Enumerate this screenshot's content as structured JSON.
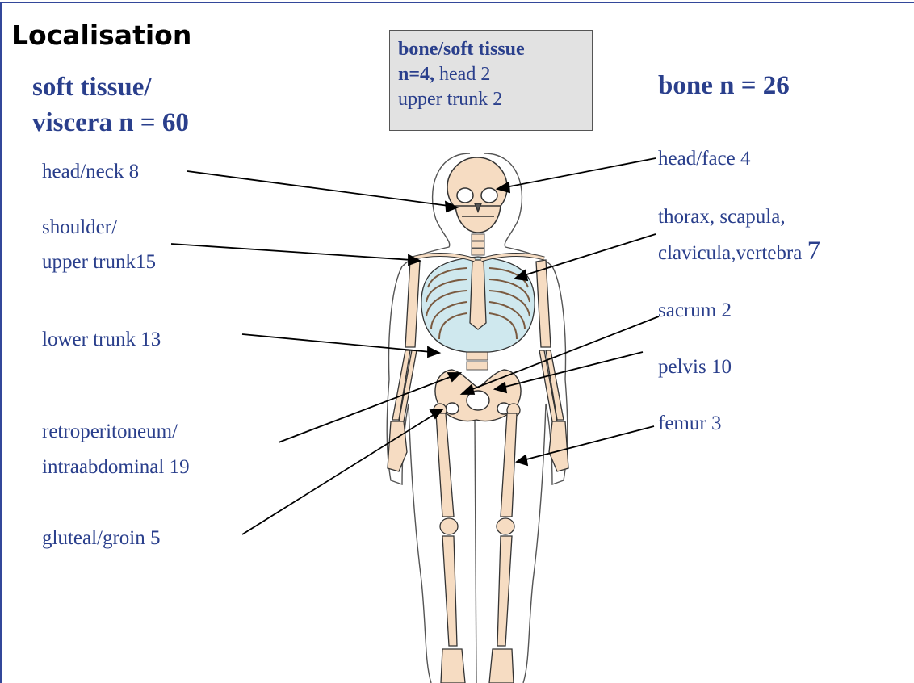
{
  "slide": {
    "title": "Localisation",
    "soft_tissue_heading": [
      "soft tissue/",
      "viscera n = 60"
    ],
    "bone_heading": "bone n = 26",
    "info_box": {
      "line1": "bone/soft tissue",
      "line2_bold": "n=4,",
      "line2_rest": " head 2",
      "line3": "upper trunk 2"
    },
    "left_labels": [
      [
        "head/neck 8"
      ],
      [
        "shoulder/",
        "upper trunk15"
      ],
      [
        "lower trunk 13"
      ],
      [
        "retroperitoneum/",
        "intraabdominal 19"
      ],
      [
        "gluteal/groin 5"
      ]
    ],
    "right_labels": [
      [
        "head/face 4"
      ],
      [
        "thorax, scapula,",
        "clavicula,vertebra "
      ],
      [
        "sacrum 2"
      ],
      [
        "pelvis 10"
      ],
      [
        "femur 3"
      ]
    ],
    "vertebra_count": "7"
  },
  "colors": {
    "text_blue": "#2a3f8c",
    "bone": "#f6dcc2",
    "cartilage": "#cfe8ee",
    "box_fill": "#e2e2e2",
    "frame": "#33479a"
  }
}
